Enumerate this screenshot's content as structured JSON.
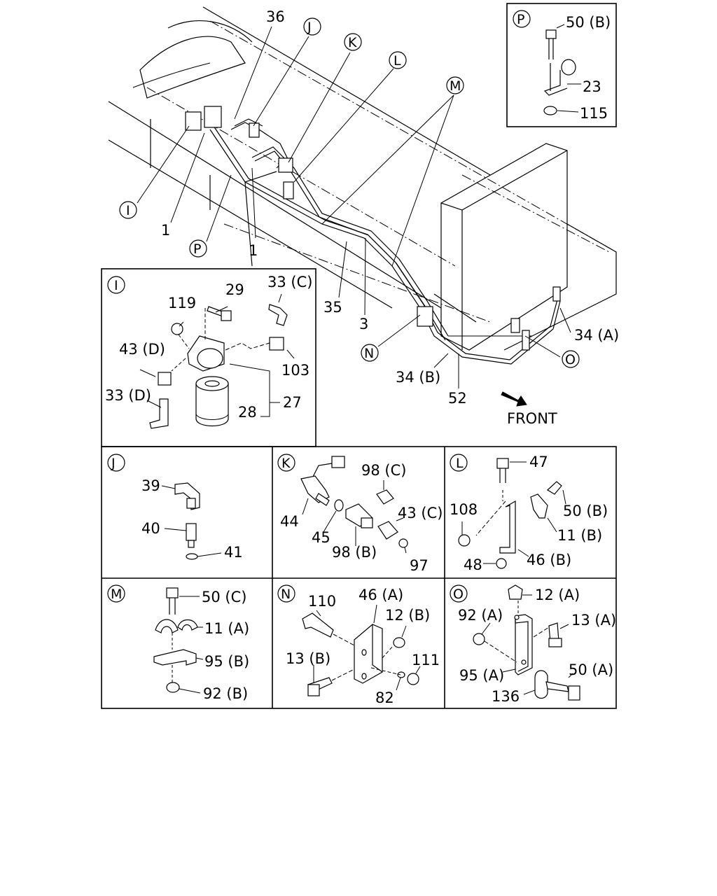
{
  "main": {
    "labels": {
      "l36": "36",
      "l1a": "1",
      "l1b": "1",
      "l35": "35",
      "l3": "3",
      "l34a": "34 (A)",
      "l34b": "34 (B)",
      "l52": "52"
    },
    "callouts": {
      "I": "I",
      "J": "J",
      "K": "K",
      "L": "L",
      "M": "M",
      "N": "N",
      "O": "O",
      "P": "P"
    },
    "front_label": "FRONT"
  },
  "panels": {
    "P": {
      "letter": "P",
      "labels": [
        "50 (B)",
        "23",
        "115"
      ]
    },
    "I": {
      "letter": "I",
      "labels": [
        "29",
        "33 (C)",
        "119",
        "43 (D)",
        "103",
        "33 (D)",
        "27",
        "28"
      ]
    },
    "J": {
      "letter": "J",
      "labels": [
        "39",
        "40",
        "41"
      ]
    },
    "K": {
      "letter": "K",
      "labels": [
        "98 (C)",
        "43 (C)",
        "44",
        "45",
        "98 (B)",
        "97"
      ]
    },
    "L": {
      "letter": "L",
      "labels": [
        "47",
        "50 (B)",
        "108",
        "11 (B)",
        "46 (B)",
        "48"
      ]
    },
    "M": {
      "letter": "M",
      "labels": [
        "50 (C)",
        "11 (A)",
        "95 (B)",
        "92 (B)"
      ]
    },
    "N": {
      "letter": "N",
      "labels": [
        "110",
        "46 (A)",
        "12 (B)",
        "13 (B)",
        "111",
        "82"
      ]
    },
    "O": {
      "letter": "O",
      "labels": [
        "12 (A)",
        "92 (A)",
        "13 (A)",
        "95 (A)",
        "50 (A)",
        "136"
      ]
    }
  }
}
